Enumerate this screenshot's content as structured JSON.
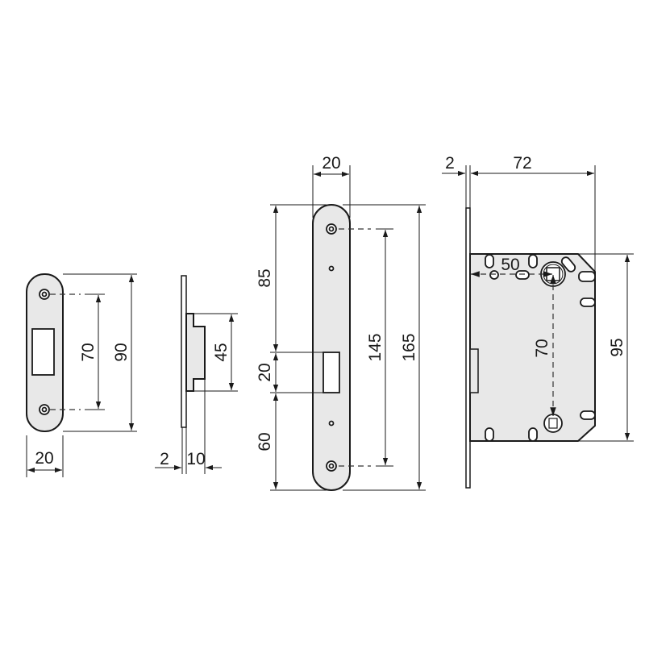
{
  "strike_plate": {
    "height": "90",
    "hole_spacing": "70",
    "width": "20"
  },
  "strike_side": {
    "box_height": "45",
    "plate_thickness": "2",
    "depth": "10"
  },
  "faceplate": {
    "width": "20",
    "top_to_latch": "85",
    "latch_height": "20",
    "latch_to_bottom": "60",
    "hole_spacing": "145",
    "length": "165"
  },
  "lock_body": {
    "faceplate_thickness": "2",
    "body_depth": "72",
    "backset": "50",
    "spindle_to_key": "70",
    "body_height": "95"
  },
  "colors": {
    "line": "#1a1a1a",
    "fill": "#e8e8e8"
  }
}
